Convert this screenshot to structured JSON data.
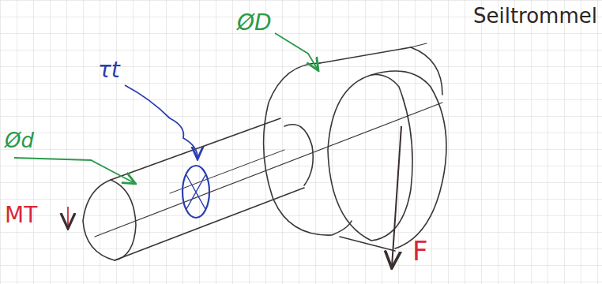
{
  "diagram": {
    "labels": [
      "Seiltrommel",
      "ØD",
      "τt",
      "Ød",
      "MT",
      "F"
    ]
  }
}
